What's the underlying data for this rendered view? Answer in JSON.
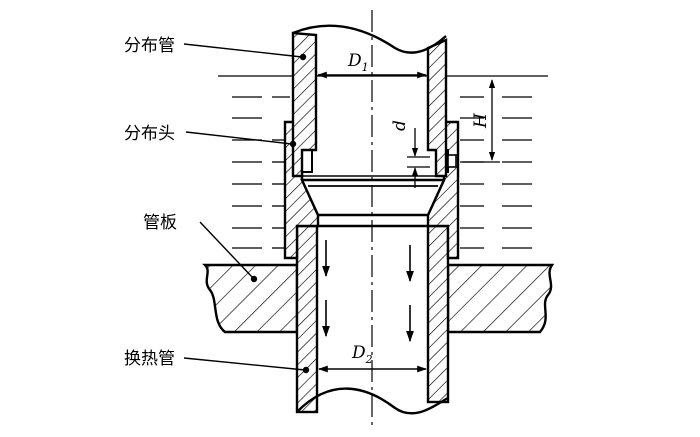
{
  "labels": {
    "distribution_pipe": "分布管",
    "distribution_head": "分布头",
    "tube_sheet": "管板",
    "heat_exchange_tube": "换热管"
  },
  "dimensions": {
    "D1": {
      "symbol": "D",
      "sub": "1"
    },
    "D2": {
      "symbol": "D",
      "sub": "2"
    },
    "d": "d",
    "H": "H"
  }
}
